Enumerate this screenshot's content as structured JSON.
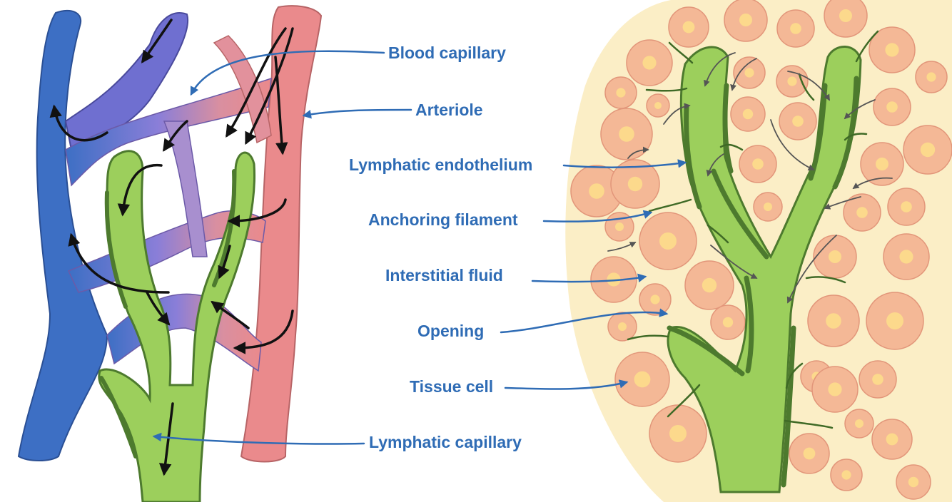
{
  "labels": {
    "blood_capillary": "Blood capillary",
    "arteriole": "Arteriole",
    "lymphatic_endothelium": "Lymphatic endothelium",
    "anchoring_filament": "Anchoring filament",
    "interstitial_fluid": "Interstitial fluid",
    "opening": "Opening",
    "tissue_cell": "Tissue cell",
    "lymphatic_capillary": "Lymphatic capillary"
  },
  "colors": {
    "label_text": "#2f6cb5",
    "venule_blue": "#3d6fc4",
    "capillary_purple": "#8c7fd6",
    "arteriole_pink": "#e98b8e",
    "lymph_green": "#9ccf5c",
    "lymph_edge": "#4d7a2e",
    "tissue_bg": "#fbeec6",
    "cell_fill": "#f4b896",
    "cell_nucleus": "#fcd98c"
  }
}
